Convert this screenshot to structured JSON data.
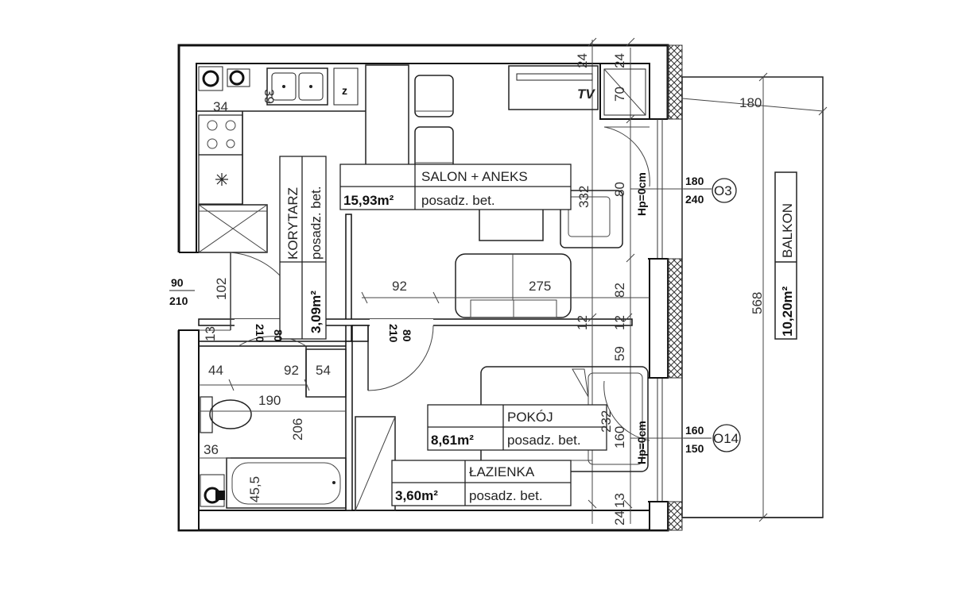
{
  "rooms": {
    "salon": {
      "name": "SALON + ANEKS",
      "area": "15,93m²",
      "floor": "posadz. bet."
    },
    "korytarz": {
      "name": "KORYTARZ",
      "area": "3,09m²",
      "floor": "posadz. bet."
    },
    "pokoj": {
      "name": "POKÓJ",
      "area": "8,61m²",
      "floor": "posadz. bet."
    },
    "lazienka": {
      "name": "ŁAZIENKA",
      "area": "3,60m²",
      "floor": "posadz. bet."
    },
    "balkon": {
      "name": "BALKON",
      "area": "10,20m²"
    }
  },
  "windows": {
    "o3": {
      "width": "180",
      "height": "240",
      "code": "O3",
      "sill": "Hp=0cm"
    },
    "o14": {
      "width": "160",
      "height": "150",
      "code": "O14",
      "sill": "Hp=0cm"
    }
  },
  "doors": {
    "entrance": {
      "width": "90",
      "height": "210"
    },
    "bathroom": {
      "width": "80",
      "height": "210"
    },
    "room": {
      "width": "80",
      "height": "210"
    }
  },
  "labels": {
    "tv": "TV"
  },
  "dimensions": {
    "d24a": "24",
    "d24b": "24",
    "d70": "70",
    "d180": "180",
    "d568": "568",
    "d39": "39",
    "d34": "34",
    "d332": "332",
    "d80a": "80",
    "d102": "102",
    "d92a": "92",
    "d275": "275",
    "d82": "82",
    "d13": "13",
    "d12a": "12",
    "d12b": "12",
    "d59": "59",
    "d44": "44",
    "d92b": "92",
    "d54": "54",
    "d190": "190",
    "d206": "206",
    "d36": "36",
    "d232": "232",
    "d160": "160",
    "d455": "45,5",
    "d24c": "24",
    "d13b": "13"
  },
  "icons": {
    "floor-drain": "floor-drain-icon",
    "refrigerator": "star-icon"
  }
}
